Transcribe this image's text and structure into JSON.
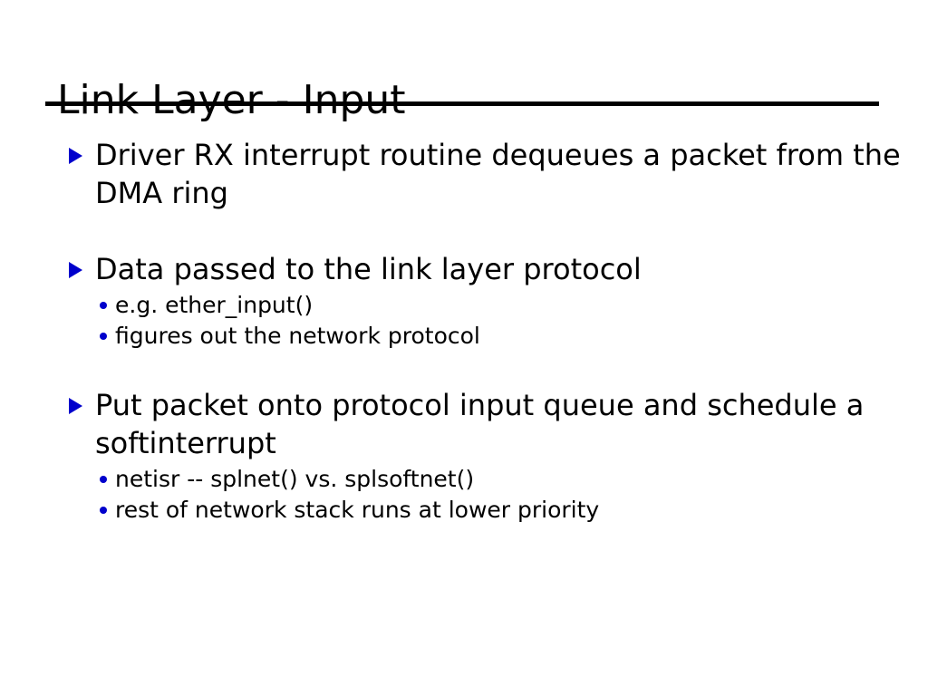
{
  "slide": {
    "title": "Link Layer - Input",
    "accent_color": "#0000cc",
    "text_color": "#000000",
    "background_color": "#ffffff",
    "rule_color": "#000000",
    "level1_marker": "triangle-right-icon",
    "level2_marker": "dot-icon",
    "bullets": [
      {
        "text": "Driver RX interrupt routine dequeues a packet from the DMA ring",
        "sub": []
      },
      {
        "text": "Data passed to the link layer protocol",
        "sub": [
          "e.g. ether_input()",
          "figures out the network protocol"
        ]
      },
      {
        "text": "Put packet onto protocol input queue and schedule a softinterrupt",
        "sub": [
          "netisr -- splnet() vs. splsoftnet()",
          "rest of network stack runs at lower priority"
        ]
      }
    ]
  }
}
